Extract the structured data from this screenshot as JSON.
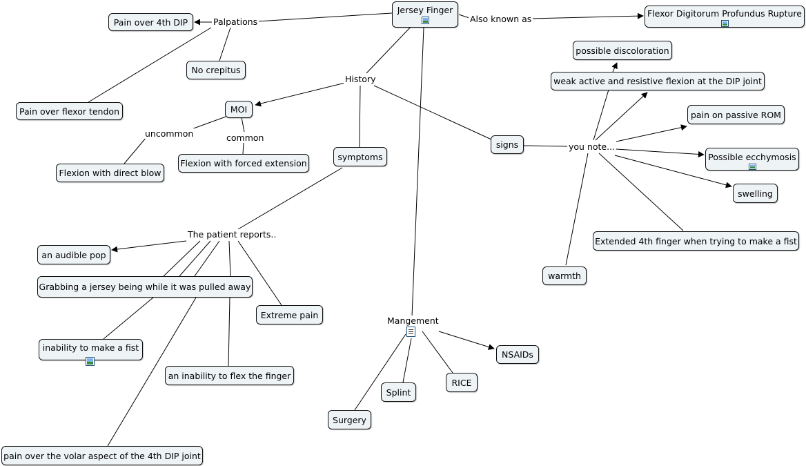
{
  "nodes": {
    "jersey_finger": "Jersey Finger",
    "fdp_rupture": "Flexor Digitorum Profundus Rupture",
    "pain_4th_dip": "Pain over 4th DIP",
    "no_crepitus": "No crepitus",
    "pain_flexor_tendon": "Pain over flexor tendon",
    "moi": "MOI",
    "flexion_direct_blow": "Flexion with direct blow",
    "flexion_forced_extension": "Flexion with forced extension",
    "symptoms": "symptoms",
    "signs": "signs",
    "possible_discoloration": "possible discoloration",
    "weak_flexion": "weak active and resistive flexion at the DIP joint",
    "pain_passive_rom": "pain on passive ROM",
    "possible_ecchymosis": "Possible ecchymosis",
    "swelling": "swelling",
    "extended_4th_finger": "Extended 4th finger when trying to make a fist",
    "warmth": "warmth",
    "audible_pop": "an audible pop",
    "grabbing_jersey": "Grabbing a jersey being while it was pulled away",
    "extreme_pain": "Extreme pain",
    "inability_fist": "inability to make a fist",
    "inability_flex": "an inability to flex the finger",
    "pain_volar": "pain over the volar aspect of the 4th DIP joint",
    "nsaids": "NSAIDs",
    "rice": "RICE",
    "splint": "Splint",
    "surgery": "Surgery"
  },
  "labels": {
    "palpations": "Palpations",
    "also_known_as": "Also known as",
    "history": "History",
    "uncommon": "uncommon",
    "common": "common",
    "you_note": "you note...",
    "patient_reports": "The patient reports..",
    "mangement": "Mangement"
  },
  "icons": {
    "image_resource": "image-icon",
    "document_resource": "document-icon"
  },
  "colors": {
    "node_fill": "#eef3f5",
    "node_border": "#111111",
    "line": "#000000"
  }
}
